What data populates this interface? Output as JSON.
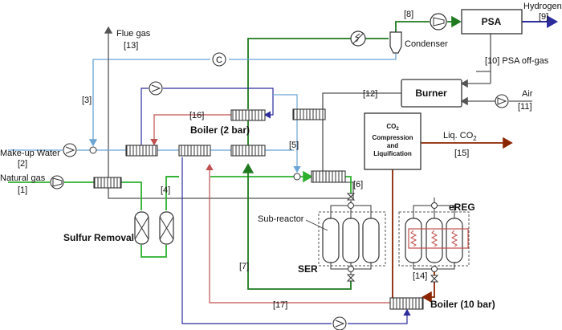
{
  "labels": {
    "hydrogen": "Hydrogen",
    "s9": "[9]",
    "psa": "PSA",
    "s8": "[8]",
    "condenser": "Condenser",
    "flue_gas": "Flue gas",
    "s13": "[13]",
    "s10": "[10] PSA off-gas",
    "s3": "[3]",
    "burner": "Burner",
    "s12": "[12]",
    "air": "Air",
    "s11": "[11]",
    "s16": "[16]",
    "boiler2": "Boiler (2 bar)",
    "co2_l1": "CO",
    "co2_sub": "2",
    "co2_l2": "Compression",
    "co2_l3": "and",
    "co2_l4": "Liquification",
    "liq_co2": "Liq. CO",
    "liq_co2_sub": "2",
    "s15": "[15]",
    "s5": "[5]",
    "makeup": "Make-up Water",
    "s2": "[2]",
    "natgas": "Natural gas",
    "s1": "[1]",
    "s4": "[4]",
    "s6": "[6]",
    "sub_reactor": "Sub-reactor",
    "ereg": "eREG",
    "sulfur": "Sulfur Removal",
    "ser": "SER",
    "s7": "[7]",
    "s14": "[14]",
    "s17": "[17]",
    "boiler10": "Boiler (10 bar)",
    "compressor_c": "C"
  },
  "colors": {
    "green": "#2db02d",
    "dark_green": "#1f7a1f",
    "blue": "#2c2c9c",
    "light_blue": "#6aa5d6",
    "grey": "#606060",
    "red": "#c0504d",
    "brown": "#8b2500"
  }
}
